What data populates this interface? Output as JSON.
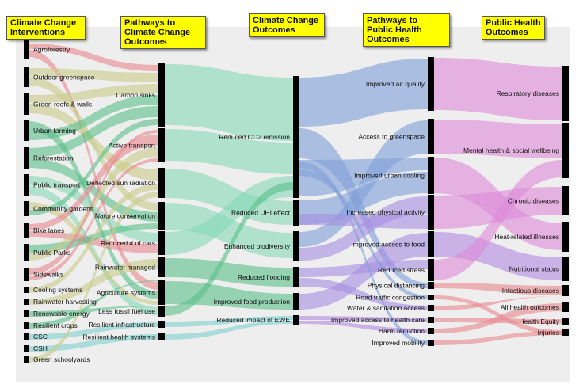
{
  "headers": [
    "Climate Change Interventions",
    "Pathways to Climate Change Outcomes",
    "Climate Change Outcomes",
    "Pathways to Public Health Outcomes",
    "Public Health Outcomes"
  ],
  "columns": [
    [
      "Agroforestry",
      "Outdoor greenspace",
      "Green roofs & walls",
      "Urban farming",
      "Reforestation",
      "Public transport",
      "Community gardens",
      "Bike lanes",
      "Public Parks",
      "Sidewalks",
      "Cooling systems",
      "Rainwater harvesting",
      "Renewable energy",
      "Resilient crops",
      "CSC",
      "CSH",
      "Green schoolyards"
    ],
    [
      "Carbon sinks",
      "Active transport",
      "Deflected sun radiation",
      "Nature conservation",
      "Reduced # of cars",
      "Rainwater managed",
      "Agriculture systems",
      "Less fossil fuel use",
      "Resilient infrastructure",
      "Resilient health systems"
    ],
    [
      "Reduced CO2 emission",
      "Reduced UHI effect",
      "Enhanced biodiversity",
      "Reduced flooding",
      "Improved food production",
      "Reduced impact of EWE"
    ],
    [
      "Improved air quality",
      "Access to greenspace",
      "Improved urban cooling",
      "Increased physical activity",
      "Improved access to food",
      "Reduced stress",
      "Physical distancing",
      "Road traffic congestion",
      "Water & sanitation access",
      "Improved access to health care",
      "Harm reduction",
      "Improved mobility"
    ],
    [
      "Respiratory diseases",
      "Mental health & social wellbeing",
      "Chronic diseases",
      "Heat-related illnesses",
      "Nutritional status",
      "Infectious diseases",
      "All health outcomes",
      "Health Equity",
      "Injuries"
    ]
  ],
  "colors": {
    "header_bg": "#ffff00",
    "node": "#000000",
    "link_pink": "#e8898f",
    "link_khaki": "#c9cc8a",
    "link_green": "#5cc08a",
    "link_mint": "#88d8b8",
    "link_teal": "#7fd1d1",
    "link_blue": "#7f9fd8",
    "link_lilac": "#a78fe0",
    "link_violet": "#b38ae0",
    "link_magenta": "#dd8ad8"
  }
}
